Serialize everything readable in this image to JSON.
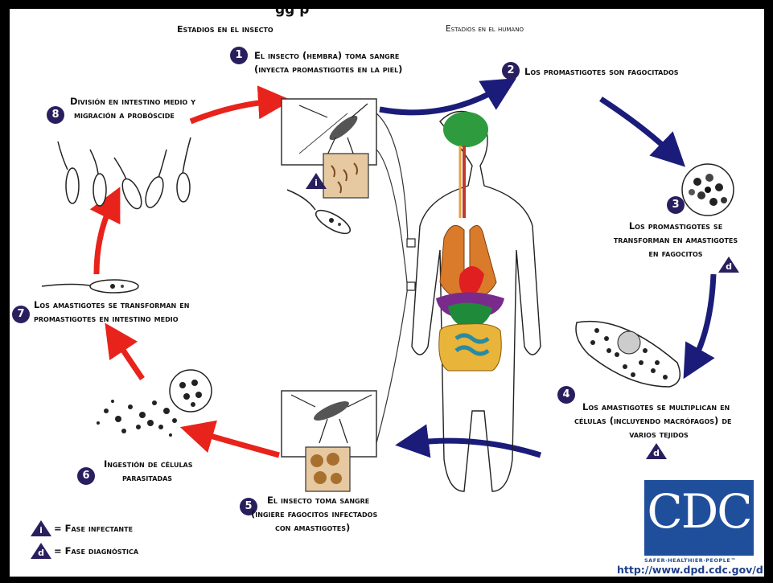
{
  "title_fragment": "gg p",
  "headers": {
    "insect_stages": "Estadios en el insecto",
    "human_stages": "Estadios en el humano"
  },
  "steps": [
    {
      "n": "1",
      "lines": [
        "El insecto (hembra) toma sangre",
        "(inyecta promastigotes en la piel)"
      ]
    },
    {
      "n": "2",
      "lines": [
        "Los promastigotes son fagocitados"
      ]
    },
    {
      "n": "3",
      "lines": [
        "Los promastigotes se",
        "transforman en amastigotes",
        "en fagocitos"
      ]
    },
    {
      "n": "4",
      "lines": [
        "Los amastigotes se multiplican en",
        "células (incluyendo macrófagos) de",
        "varios tejidos"
      ]
    },
    {
      "n": "5",
      "lines": [
        "El insecto toma sangre",
        "(ingiere fagocitos infectados",
        "con amastigotes)"
      ]
    },
    {
      "n": "6",
      "lines": [
        "Ingestión de células",
        "parasitadas"
      ]
    },
    {
      "n": "7",
      "lines": [
        "Los amastigotes se transforman en",
        "promastigotes en intestino medio"
      ]
    },
    {
      "n": "8",
      "lines": [
        "División en intestino medio y",
        "migración a probóscide"
      ]
    }
  ],
  "legend": {
    "infective_symbol": "i",
    "infective_label": "= Fase infectante",
    "diagnostic_symbol": "d",
    "diagnostic_label": "= Fase diagnóstica"
  },
  "logo": {
    "letters": "CDC",
    "tagline": "SAFER·HEALTHIER·PEOPLE™",
    "url": "http://www.dpd.cdc.gov/dpdx"
  },
  "colors": {
    "red_arrow": "#e8231b",
    "blue_arrow": "#1b1c7a",
    "badge": "#2a1f5e",
    "cdc_blue": "#1f4e9a"
  }
}
